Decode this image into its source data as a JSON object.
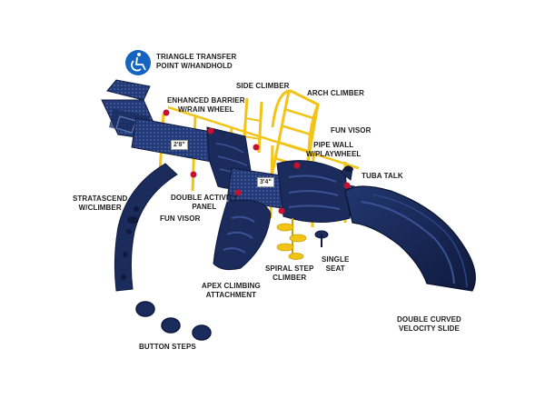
{
  "labels": {
    "triangle_transfer": [
      "TRIANGLE TRANSFER",
      "POINT W/HANDHOLD"
    ],
    "side_climber": "SIDE CLIMBER",
    "arch_climber": "ARCH CLIMBER",
    "enhanced_barrier": [
      "ENHANCED BARRIER",
      "W/RAIN WHEEL"
    ],
    "fun_visor_top": "FUN VISOR",
    "pipe_wall": [
      "PIPE WALL",
      "W/PLAYWHEEL"
    ],
    "tuba_talk": "TUBA TALK",
    "stratascend": [
      "STRATASCEND",
      "W/CLIMBER"
    ],
    "double_activity": [
      "DOUBLE ACTIVITY",
      "PANEL"
    ],
    "fun_visor_left": "FUN VISOR",
    "spiral_step": [
      "SPIRAL STEP",
      "CLIMBER"
    ],
    "single_seat": [
      "SINGLE",
      "SEAT"
    ],
    "apex": [
      "APEX CLIMBING",
      "ATTACHMENT"
    ],
    "double_curved": [
      "DOUBLE CURVED",
      "VELOCITY SLIDE"
    ],
    "button_steps": "BUTTON STEPS"
  },
  "deck_heights": [
    "2'8\"",
    "3'4\""
  ],
  "icons": {
    "accessibility": "wheelchair-accessibility-icon"
  },
  "colors": {
    "structure_navy": "#1a2b5c",
    "structure_navy_dark": "#0f1a3d",
    "accent_yellow": "#f2c418",
    "accent_red": "#c8102e",
    "icon_blue": "#1565c0"
  }
}
